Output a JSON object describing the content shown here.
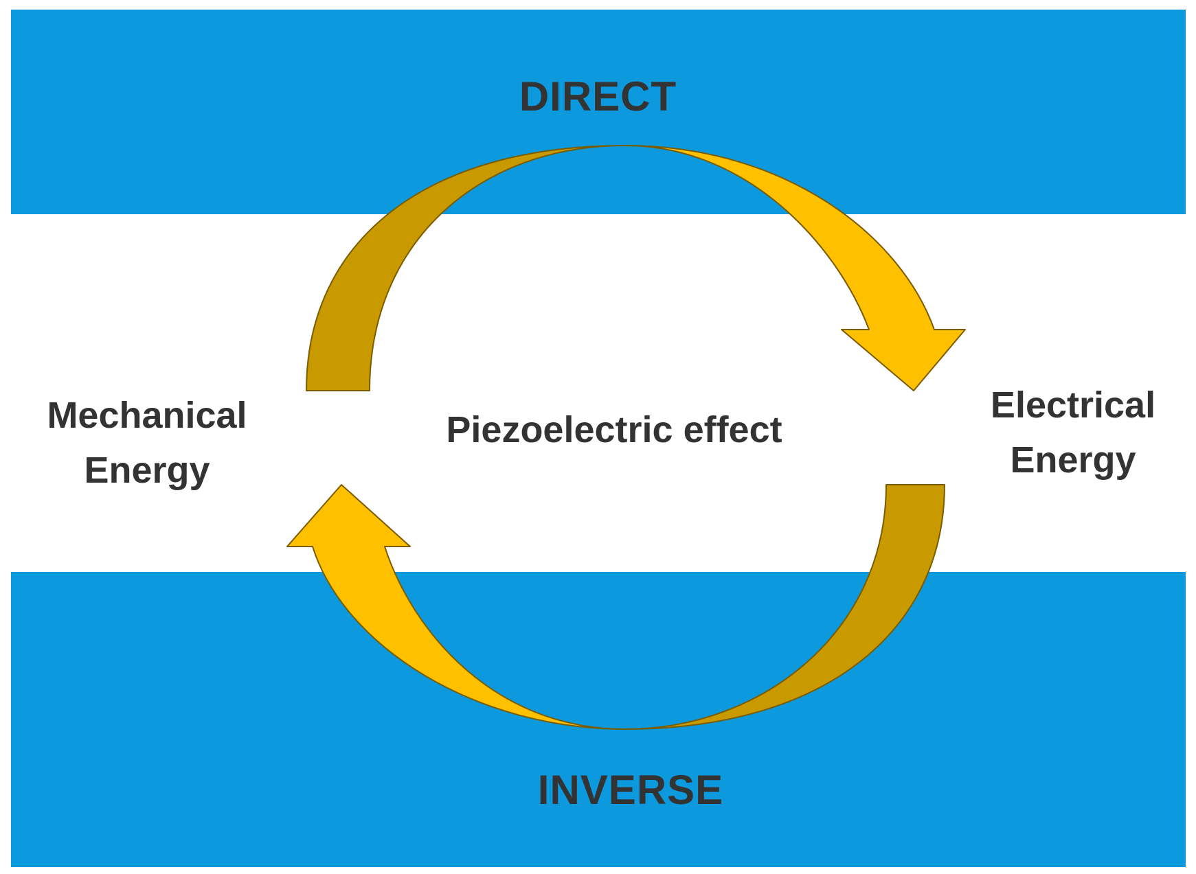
{
  "colors": {
    "band_blue": "#0C99DD",
    "arrow_light": "#FFC000",
    "arrow_dark": "#C99A00",
    "arrow_outline": "#7A5C00",
    "text": "#333333",
    "background": "#FFFFFF"
  },
  "labels": {
    "direct": "DIRECT",
    "inverse": "INVERSE",
    "center": "Piezoelectric effect",
    "left": "Mechanical Energy",
    "right": "Electrical Energy"
  }
}
